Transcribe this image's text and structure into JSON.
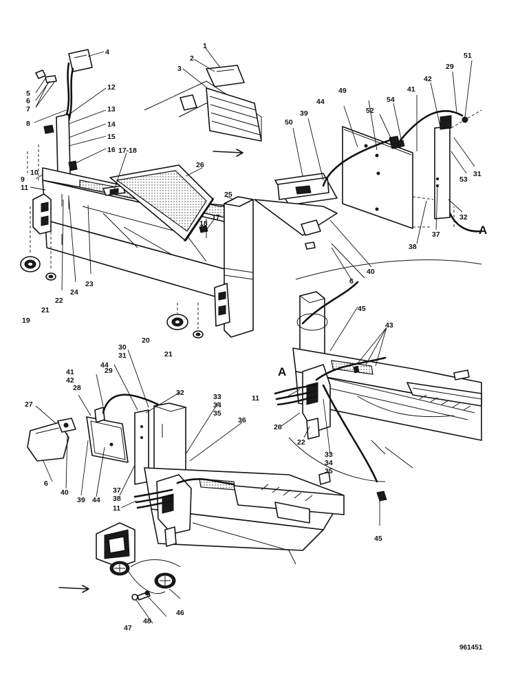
{
  "drawing_number": "961451",
  "view_marker": "A",
  "callouts": {
    "c1": "1",
    "c2": "2",
    "c3": "3",
    "c4": "4",
    "c5": "5",
    "c6": "6",
    "c7": "7",
    "c8": "8",
    "c9": "9",
    "c10": "10",
    "c11": "11",
    "c12": "12",
    "c13": "13",
    "c14": "14",
    "c15": "15",
    "c16": "16",
    "c17_18": "17-18",
    "c19": "19",
    "c20": "20",
    "c21": "21",
    "c22": "22",
    "c23": "23",
    "c24": "24",
    "c25": "25",
    "c26": "26",
    "c17": "17",
    "c18": "18",
    "c27": "27",
    "c28": "28",
    "c29": "29",
    "c30": "30",
    "c31": "31",
    "c32": "32",
    "c33": "33",
    "c34": "34",
    "c35": "35",
    "c36": "36",
    "c37": "37",
    "c38": "38",
    "c39": "39",
    "c40": "40",
    "c41": "41",
    "c42": "42",
    "c43": "43",
    "c44": "44",
    "c45": "45",
    "c46": "46",
    "c47": "47",
    "c48": "48",
    "c49": "49",
    "c50": "50",
    "c51": "51",
    "c52": "52",
    "c53": "53",
    "c54": "54"
  }
}
